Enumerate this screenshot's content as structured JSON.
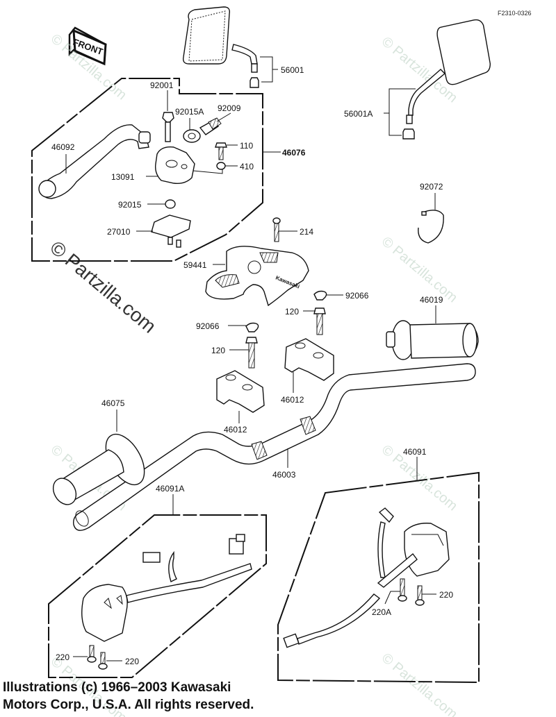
{
  "figure_code": "F2310-0326",
  "front_sign": "FRONT",
  "watermark": "© Partzilla.com",
  "copyright": {
    "line1": "Illustrations (c) 1966–2003 Kawasaki",
    "line2": "Motors Corp., U.S.A.  All rights reserved."
  },
  "brand_on_cover": "Kawasaki",
  "part_labels": {
    "p56001": "56001",
    "p56001A": "56001A",
    "p92001": "92001",
    "p92015A": "92015A",
    "p92009": "92009",
    "p46092": "46092",
    "p110": "110",
    "p46076": "46076",
    "p410": "410",
    "p13091": "13091",
    "p92015": "92015",
    "p27010": "27010",
    "p214": "214",
    "p59441": "59441",
    "p92072": "92072",
    "p92066_right": "92066",
    "p120_right": "120",
    "p92066_left": "92066",
    "p120_left": "120",
    "p46019": "46019",
    "p46012_right": "46012",
    "p46012_left": "46012",
    "p46075": "46075",
    "p46003": "46003",
    "p46091": "46091",
    "p46091A": "46091A",
    "p220_right": "220",
    "p220A": "220A",
    "p220_left1": "220",
    "p220_left2": "220"
  }
}
